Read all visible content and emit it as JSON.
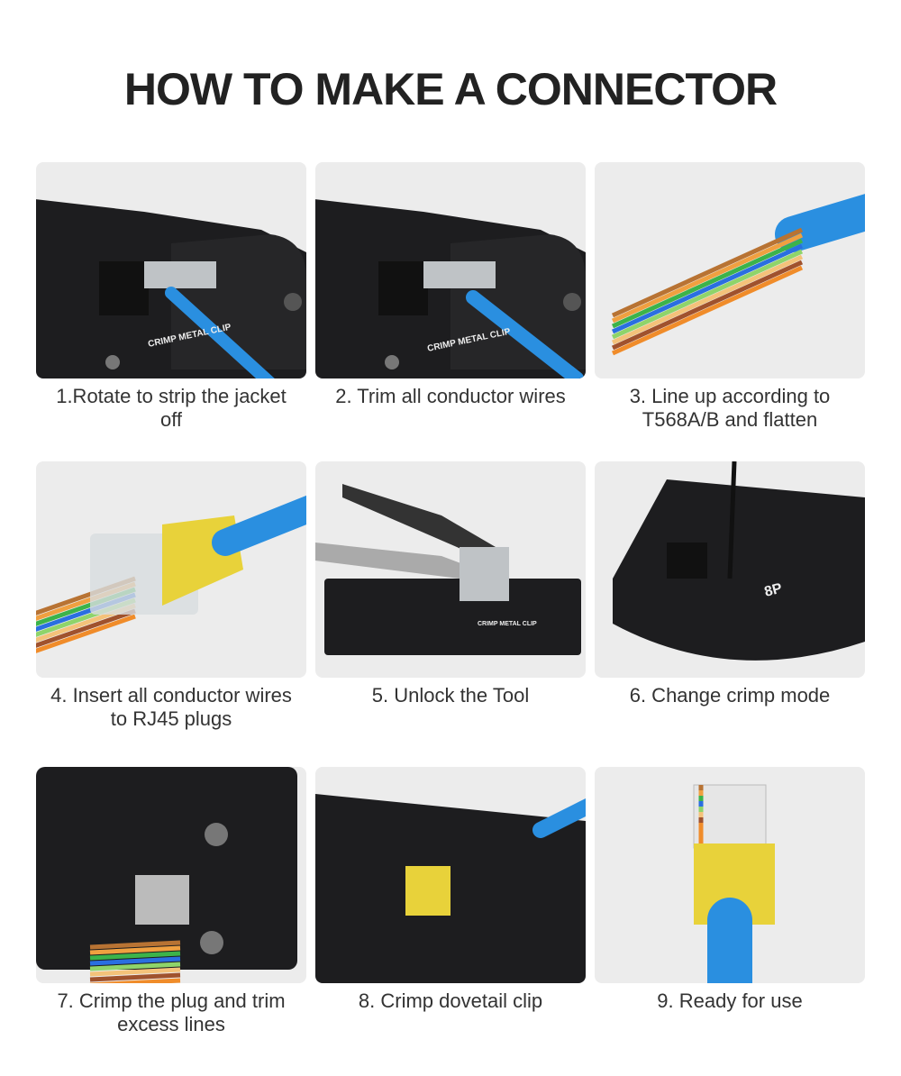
{
  "title": "HOW TO MAKE A CONNECTOR",
  "steps": [
    {
      "caption": "1.Rotate to strip the jacket off",
      "illustration": "crimp-tool-stripping-cable",
      "print": "CRIMP METAL CLIP"
    },
    {
      "caption": "2. Trim all conductor wires",
      "illustration": "crimp-tool-trimming-wires",
      "print": "CRIMP METAL CLIP"
    },
    {
      "caption": "3. Line up according to T568A/B and flatten",
      "illustration": "aligned-wires-cable"
    },
    {
      "caption": "4. Insert all conductor wires to RJ45 plugs",
      "illustration": "rj45-plug-with-wires"
    },
    {
      "caption": "5. Unlock the Tool",
      "illustration": "crimp-tool-open",
      "print": "CRIMP METAL CLIP"
    },
    {
      "caption": "6. Change crimp mode",
      "illustration": "crimp-mode-switch",
      "print": "8P"
    },
    {
      "caption": "7. Crimp the plug and trim excess lines",
      "illustration": "crimp-tool-trimmed-lines"
    },
    {
      "caption": "8. Crimp dovetail clip",
      "illustration": "crimp-tool-with-plug"
    },
    {
      "caption": "9. Ready for use",
      "illustration": "finished-rj45-connector"
    }
  ],
  "colors": {
    "cable_blue": "#2a8fe0",
    "tool_black": "#1d1d1f",
    "card_bg": "#ececec",
    "plug_gold": "#e8d23a"
  }
}
